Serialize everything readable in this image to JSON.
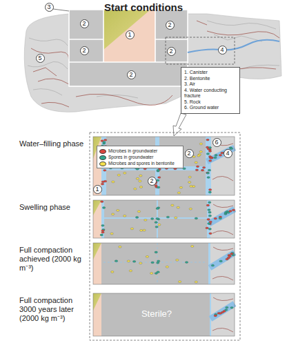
{
  "diagram": {
    "title": "Start conditions",
    "nodes": [
      {
        "text": [
          "1. Canister",
          "2. Bentonite",
          "3. Air",
          "4. Water conducting fracture",
          "5. Rock",
          "6. Ground water"
        ]
      },
      {
        "text": [
          "Water–filling phase"
        ]
      },
      {
        "text": [
          "Swelling phase"
        ]
      },
      {
        "text": [
          "Full compaction achieved (2000 kg m⁻³)"
        ]
      },
      {
        "text": [
          "Full compaction 3000 years later (2000 kg m⁻³)",
          "Sterile?"
        ]
      }
    ],
    "labels": [
      "3",
      "2",
      "1",
      "2",
      "4",
      "2",
      "2",
      "5",
      "2",
      "6",
      "2",
      "4",
      "2",
      "1"
    ],
    "legend": [
      {
        "text": "Microbes in groundwater",
        "color": "#d9453c"
      },
      {
        "text": "Spores in groundwater",
        "color": "#2fa58c"
      },
      {
        "text": "Microbes and spores in bentonite",
        "color": "#f5e04e"
      }
    ]
  }
}
